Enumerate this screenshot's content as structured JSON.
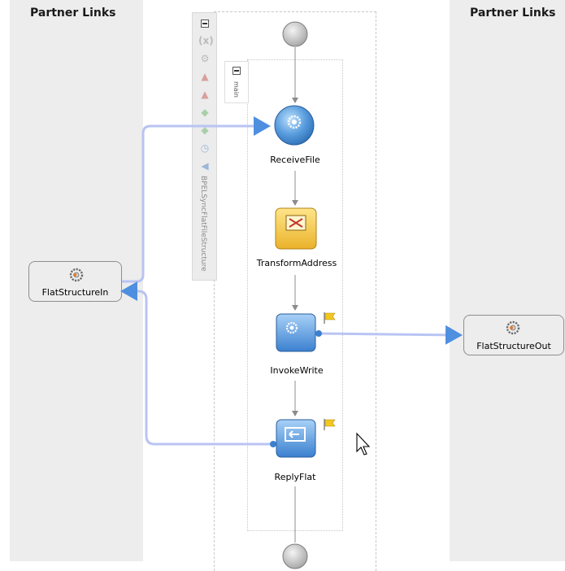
{
  "lanes": {
    "left_title": "Partner Links",
    "right_title": "Partner Links"
  },
  "toolbar": {
    "process_name": "BPELSyncFlatFileStructure",
    "icons": [
      "collapse-icon",
      "variables-icon",
      "correlation-icon",
      "alarm-icon",
      "message-icon",
      "message-icon",
      "timer-icon",
      "message-icon"
    ]
  },
  "scope": {
    "main_label": "main"
  },
  "partner_links": {
    "left": {
      "label": "FlatStructureIn",
      "icon": "gear-icon"
    },
    "right": {
      "label": "FlatStructureOut",
      "icon": "gear-icon"
    }
  },
  "activities": {
    "receive": {
      "label": "ReceiveFile",
      "icon": "gear-icon"
    },
    "transform": {
      "label": "TransformAddress",
      "icon": "transform-icon"
    },
    "invoke": {
      "label": "InvokeWrite",
      "icon": "gear-icon",
      "flagged": true
    },
    "reply": {
      "label": "ReplyFlat",
      "icon": "reply-icon",
      "flagged": true
    }
  },
  "colors": {
    "lane_bg": "#ededed",
    "link_blue": "#b9c4f3",
    "activity_blue": "#4f90d8",
    "transform_yellow": "#f4c845",
    "flag_yellow": "#f2c81e"
  }
}
